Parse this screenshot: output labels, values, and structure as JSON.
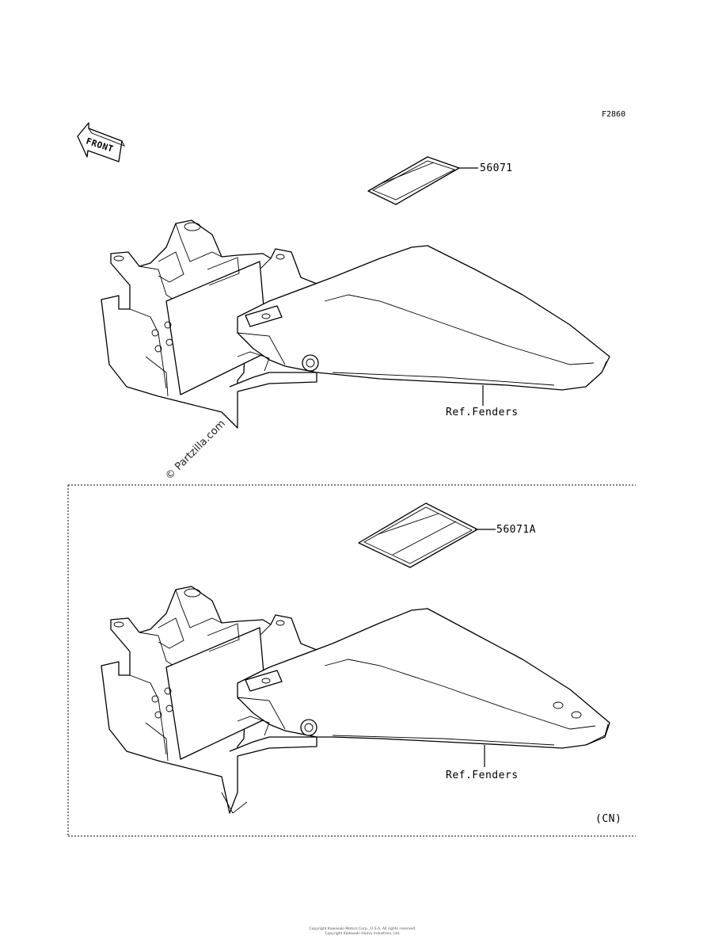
{
  "diagram_code": "F2860",
  "front_arrow_label": "FRONT",
  "watermark": "© Partzilla.com",
  "top_section": {
    "label_part": "56071",
    "label_ref": "Ref.Fenders"
  },
  "bottom_section": {
    "label_part": "56071A",
    "label_ref": "Ref.Fenders",
    "region_label": "(CN)"
  },
  "footer_line_1": "Copyright Kawasaki Motors Corp., U.S.A. All rights reserved.",
  "footer_line_2": "Copyright Kawasaki Heavy Industries, Ltd."
}
